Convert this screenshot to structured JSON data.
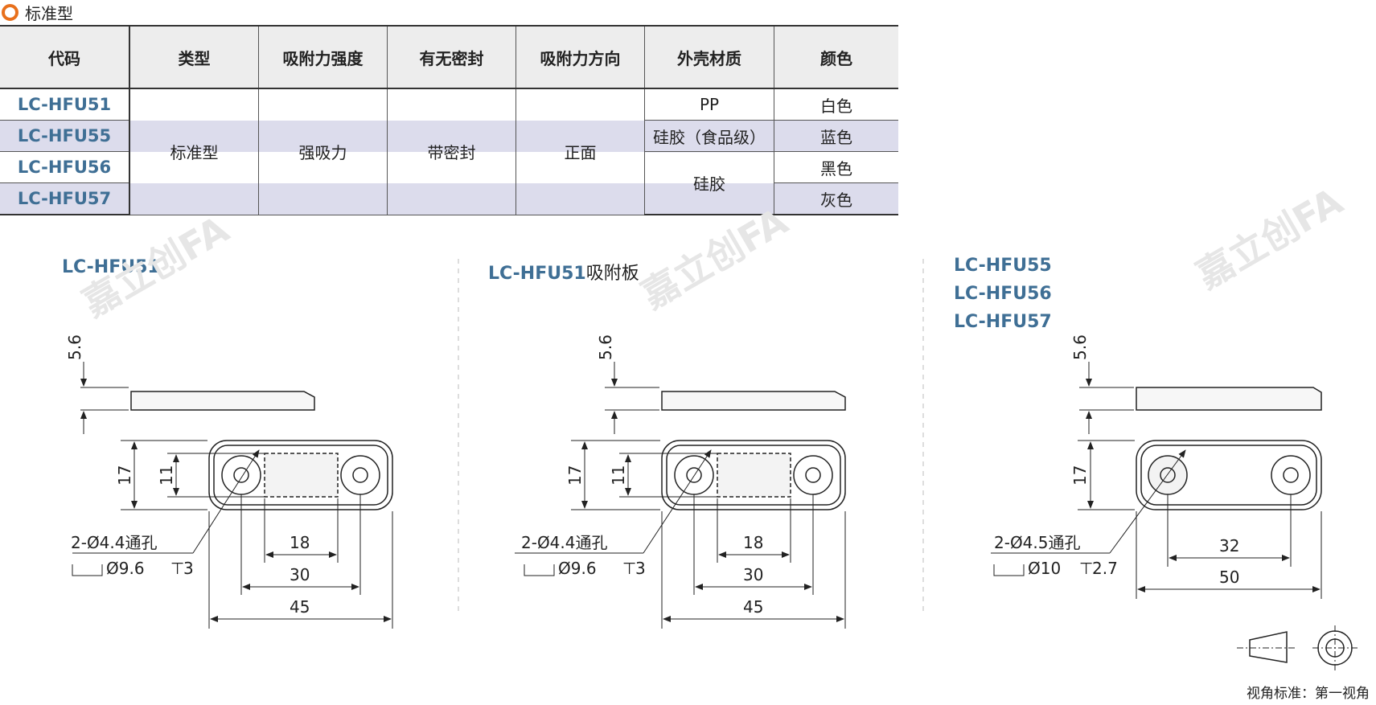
{
  "section_title": "标准型",
  "table": {
    "headers": [
      "代码",
      "类型",
      "吸附力强度",
      "有无密封",
      "吸附力方向",
      "外壳材质",
      "颜色"
    ],
    "codes": [
      "LC-HFU51",
      "LC-HFU55",
      "LC-HFU56",
      "LC-HFU57"
    ],
    "type": "标准型",
    "strength": "强吸力",
    "seal": "带密封",
    "direction": "正面",
    "shell": [
      "PP",
      "硅胶（食品级）",
      "硅胶"
    ],
    "colors": [
      "白色",
      "蓝色",
      "黑色",
      "灰色"
    ]
  },
  "drawings": [
    {
      "labels": [
        "LC-HFU51"
      ],
      "suffix": "",
      "thickness": "5.6",
      "height": "17",
      "inner_height": "11",
      "hole": "2-Ø4.4通孔",
      "counterbore": "Ø9.6",
      "depth": "3",
      "dims": [
        "18",
        "30",
        "45"
      ]
    },
    {
      "labels": [
        "LC-HFU51"
      ],
      "suffix": "吸附板",
      "thickness": "5.6",
      "height": "17",
      "inner_height": "11",
      "hole": "2-Ø4.4通孔",
      "counterbore": "Ø9.6",
      "depth": "3",
      "dims": [
        "18",
        "30",
        "45"
      ]
    },
    {
      "labels": [
        "LC-HFU55",
        "LC-HFU56",
        "LC-HFU57"
      ],
      "suffix": "",
      "thickness": "5.6",
      "height": "17",
      "hole": "2-Ø4.5通孔",
      "counterbore": "Ø10",
      "depth": "2.7",
      "dims": [
        "32",
        "50"
      ]
    }
  ],
  "watermark": "嘉立创FA",
  "footnote": "视角标准：第一视角"
}
